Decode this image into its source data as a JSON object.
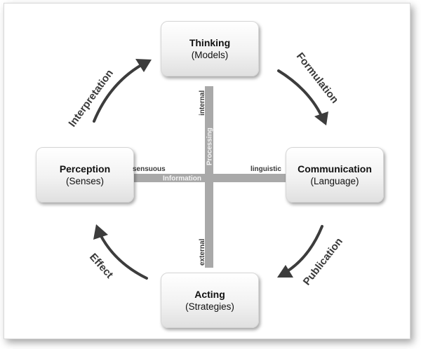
{
  "nodes": {
    "top": {
      "title": "Thinking",
      "subtitle": "(Models)"
    },
    "right": {
      "title": "Communication",
      "subtitle": "(Language)"
    },
    "bottom": {
      "title": "Acting",
      "subtitle": "(Strategies)"
    },
    "left": {
      "title": "Perception",
      "subtitle": "(Senses)"
    }
  },
  "transitions": {
    "left_to_top": "Interpretation",
    "top_to_right": "Formulation",
    "right_to_bottom": "Publication",
    "bottom_to_left": "Effect"
  },
  "axes": {
    "vertical_axis": "Processing",
    "vertical_top_end": "internal",
    "vertical_bottom_end": "external",
    "horizontal_axis": "Information",
    "horizontal_left_end": "sensuous",
    "horizontal_right_end": "linguistic"
  },
  "colors": {
    "arrow": "#3c3c3c",
    "axis_bar": "#a9a9a9",
    "label": "#3a3a3a"
  }
}
